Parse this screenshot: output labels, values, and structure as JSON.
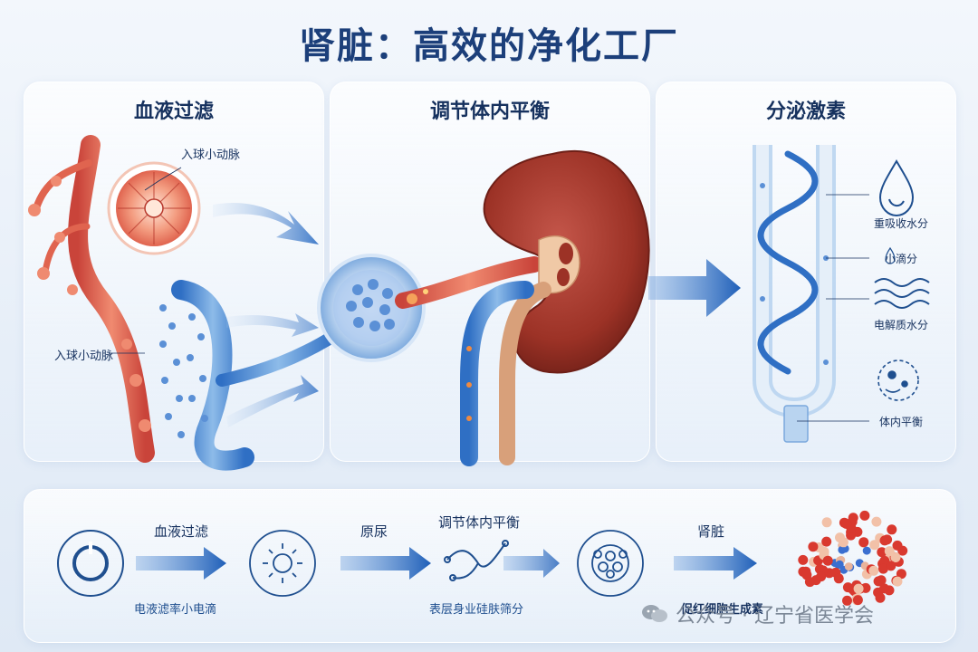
{
  "title": "肾脏：高效的净化工厂",
  "panels": [
    {
      "title": "血液过滤"
    },
    {
      "title": "调节体内平衡"
    },
    {
      "title": "分泌激素"
    }
  ],
  "filtration": {
    "label_top": "入球小动脉",
    "label_left": "入球小动脉"
  },
  "hormone": {
    "labels": [
      "重吸收水分",
      "小滴分",
      "电解质水分",
      "体内平衡"
    ]
  },
  "steps": [
    {
      "label": "血液过滤",
      "sub": "电液滤率小电滴"
    },
    {
      "label": "原尿",
      "sub": ""
    },
    {
      "label": "调节体内平衡",
      "sub": "表层身业硅肤筛分"
    },
    {
      "label": "肾脏",
      "sub": "促红细胞生成素"
    }
  ],
  "watermark": "公众号 · 辽宁省医学会",
  "colors": {
    "title": "#1c3f7a",
    "accent_blue": "#2f6fc4",
    "artery_red": "#e0644f",
    "kidney": "#a8392c"
  }
}
